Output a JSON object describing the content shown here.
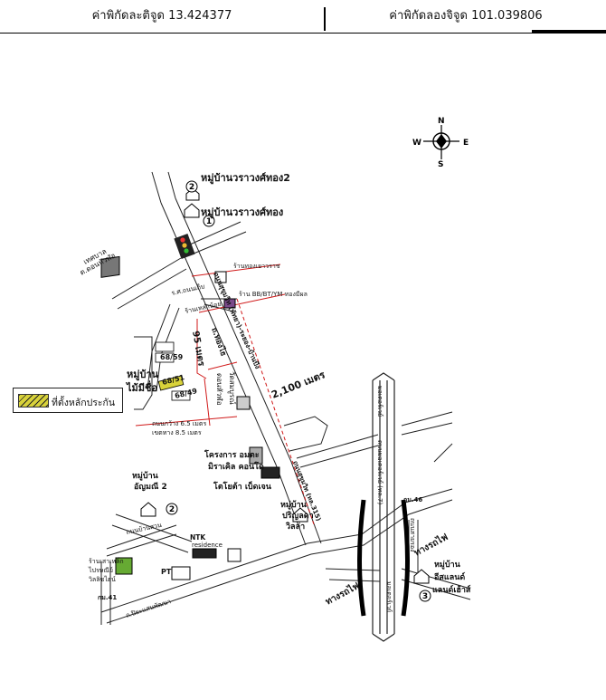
{
  "header": {
    "latitude_label": "ค่าพิกัดละติจูด 13.424377",
    "longitude_label": "ค่าพิกัดลองจิจูด 101.039806"
  },
  "compass": {
    "n": "N",
    "s": "S",
    "e": "E",
    "w": "W"
  },
  "legend": {
    "label": "ที่ตั้งหลักประกัน"
  },
  "labels": {
    "village_top_2": "หมู่บ้านวราวงศ์ทอง2",
    "village_top_1": "หมู่บ้านวราวงศ์ทอง",
    "num_1": "1",
    "num_2": "2",
    "num_3": "3",
    "municipality_1": "เทศบาล",
    "municipality_2": "ต.ดอนหัวฬ่อ",
    "road_main": "ถนนสุขุมวิท (พัทยา)-ระยอง-บ้านบึง",
    "shop_right_1": "ร้านทองเยาวราช",
    "shop_right_2": "ร้าน BB/BT/YM ทองมีผล",
    "shop_left_1": "ร.ศ.ถนนเก็บ",
    "shop_left_2": "ร้านเหล่าน้อย",
    "road_soi": "ถ.ทองไธ",
    "dist_95": "95 เมตร",
    "plot_5959": "68/59",
    "plot_6651": "68/51",
    "plot_6849": "68/49",
    "village_mai_1": "หมู่บ้าน",
    "village_mai_2": "ไม้มีชื่อ",
    "temple": "วัดสมบูรณ์",
    "temple_2": "ดอนหัวฬ่อ",
    "dist_2100": "2,100 เมตร",
    "width_1": "ถนนกว้าง 6.5 เมตร",
    "width_2": "เขตทาง 8.5 เมตร",
    "project_1": "โครงการ อมตะ",
    "project_2": "มิราเคิล คอนโด",
    "toyota": "โตโยต้า เบ็ดเจน",
    "village_tri_1": "หมู่บ้าน",
    "village_tri_2": "ปริญลดา",
    "village_tri_3": "วิลล่า",
    "road_pt": "ถนนสุขุมวิท (ทล.315)",
    "village_left_1": "หมู่บ้าน",
    "village_left_2": "อัญมณี 2",
    "road_left": "ถนนบ้านสวน",
    "ntk_1": "NTK",
    "ntk_2": "residence",
    "shop_bottom_1": "ร้านเสาเหล็ก",
    "shop_bottom_2": "ไปรษณีย์",
    "shop_bottom_3": "วิลลิซไฮน์",
    "pt": "PT",
    "km41": "กม.41",
    "road_bottom": "ถ.ปิยะแสนพัฒนา",
    "km46": "กม.46",
    "rail_1": "ทางรถไฟ",
    "rail_2": "ทางรถไฟ",
    "motorway_top": "มอเตอร์เวย์",
    "motorway_side": "ถนนมอเตอร์เวย์ (ทล.7)",
    "motorway_bottom": "มอเตอร์เวย์",
    "village_br_1": "หมู่บ้าน",
    "village_br_2": "อีสแลนด์",
    "village_br_3": "แลนด์เฮ้าส์",
    "road_side_right": "ถนนสายรอง"
  }
}
